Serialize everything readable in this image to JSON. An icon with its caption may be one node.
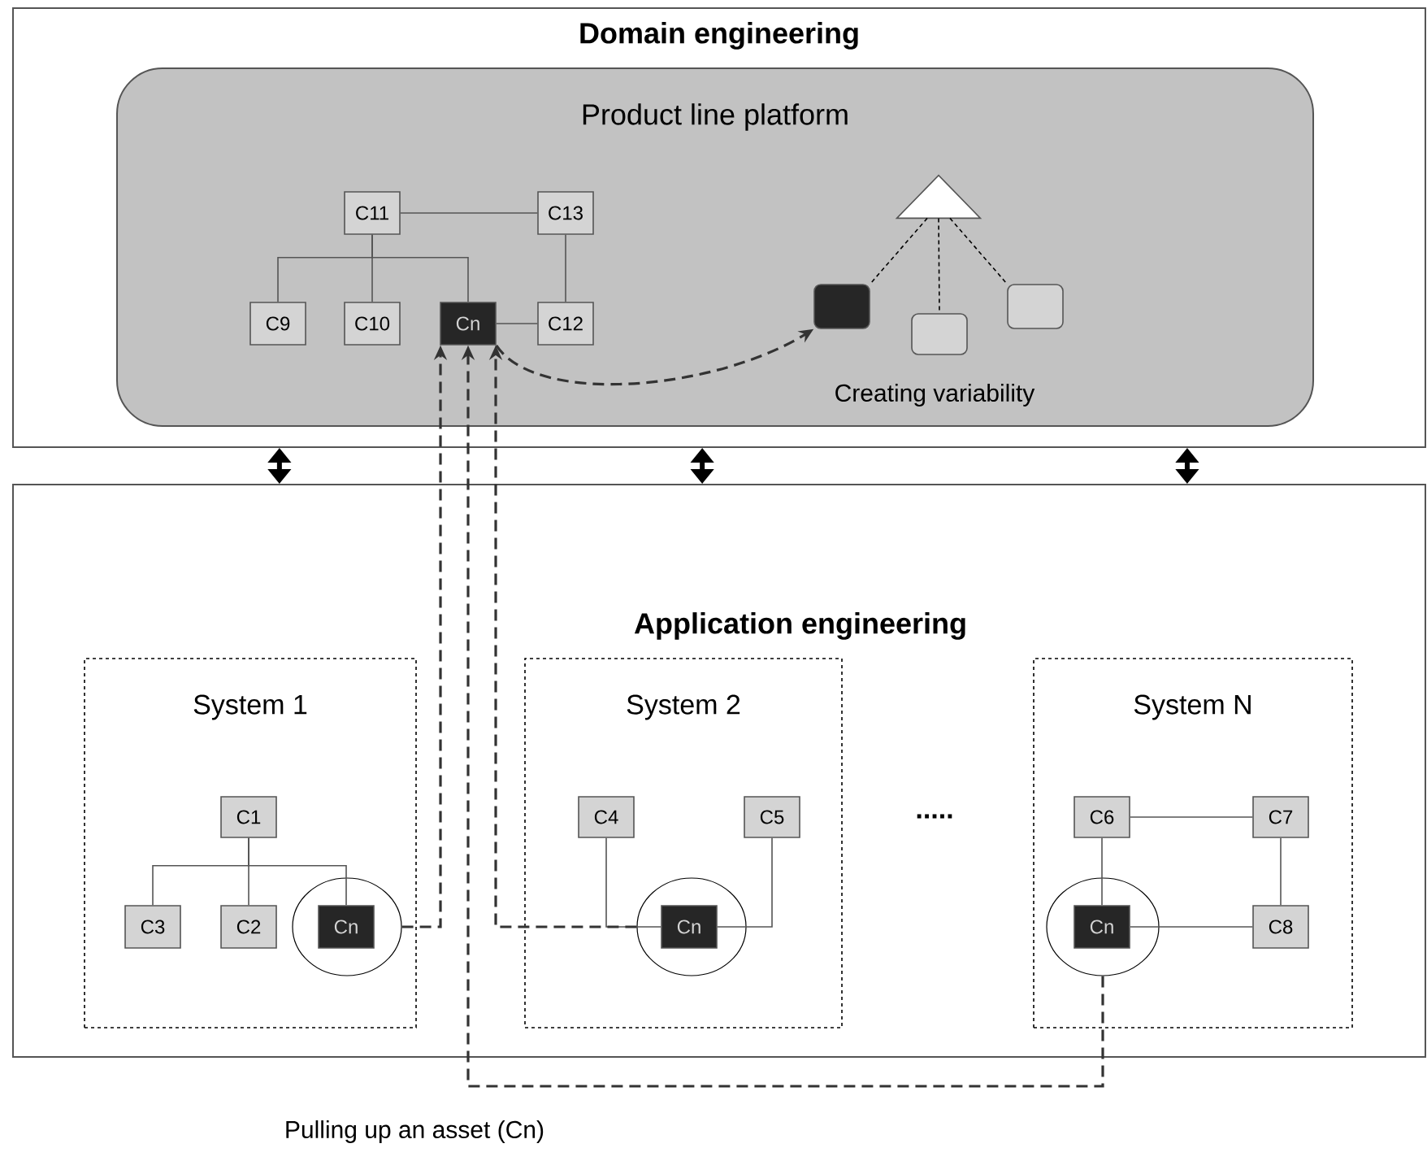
{
  "diagram": {
    "nodes": [
      {
        "text": [
          "Domain engineering"
        ]
      },
      {
        "text": [
          "Product line platform"
        ],
        "in": 0
      },
      {
        "text": [
          "C11"
        ],
        "in": 1
      },
      {
        "text": [
          "C13"
        ],
        "in": 1
      },
      {
        "text": [
          "C9"
        ],
        "in": 1
      },
      {
        "text": [
          "C10"
        ],
        "in": 1
      },
      {
        "text": [
          "Cn"
        ],
        "in": 1
      },
      {
        "text": [
          "C12"
        ],
        "in": 1
      },
      {
        "text": [],
        "shape": "triangle",
        "in": 1
      },
      {
        "text": [],
        "shape": "box",
        "in": 1
      },
      {
        "text": [],
        "shape": "box",
        "in": 1
      },
      {
        "text": [],
        "shape": "box",
        "in": 1
      },
      {
        "text": [
          "Application engineering"
        ]
      },
      {
        "text": [
          "System 1"
        ],
        "in": 12
      },
      {
        "text": [
          "C1"
        ],
        "in": 13
      },
      {
        "text": [
          "C3"
        ],
        "in": 13
      },
      {
        "text": [
          "C2"
        ],
        "in": 13
      },
      {
        "text": [],
        "shape": "ellipse",
        "in": 13
      },
      {
        "text": [
          "Cn"
        ],
        "in": 17
      },
      {
        "text": [
          "System 2"
        ],
        "in": 12
      },
      {
        "text": [
          "C4"
        ],
        "in": 19
      },
      {
        "text": [
          "C5"
        ],
        "in": 19
      },
      {
        "text": [],
        "shape": "ellipse",
        "in": 19
      },
      {
        "text": [
          "Cn"
        ],
        "in": 22
      },
      {
        "text": [
          "System N"
        ],
        "in": 12
      },
      {
        "text": [
          "C6"
        ],
        "in": 24
      },
      {
        "text": [
          "C7"
        ],
        "in": 24
      },
      {
        "text": [],
        "shape": "ellipse",
        "in": 24
      },
      {
        "text": [
          "Cn"
        ],
        "in": 27
      },
      {
        "text": [
          "C8"
        ],
        "in": 24
      }
    ],
    "edges": [
      {
        "from": 2,
        "to": 3,
        "arrow": "none"
      },
      {
        "from": 2,
        "to": 4,
        "arrow": "none"
      },
      {
        "from": 2,
        "to": 5,
        "arrow": "none"
      },
      {
        "from": 2,
        "to": 6,
        "arrow": "none"
      },
      {
        "from": 3,
        "to": 7,
        "arrow": "none"
      },
      {
        "from": 6,
        "to": 7,
        "arrow": "none"
      },
      {
        "from": 8,
        "to": 9,
        "arrow": "none",
        "style": "dashed"
      },
      {
        "from": 8,
        "to": 10,
        "arrow": "none",
        "style": "dashed"
      },
      {
        "from": 8,
        "to": 11,
        "arrow": "none",
        "style": "dashed"
      },
      {
        "from": 6,
        "to": 9,
        "arrow": "to",
        "style": "dashed"
      },
      {
        "from": 0,
        "to": 12,
        "arrow": "both",
        "style": "thick"
      },
      {
        "from": 0,
        "to": 12,
        "arrow": "both",
        "style": "thick"
      },
      {
        "from": 0,
        "to": 12,
        "arrow": "both",
        "style": "thick"
      },
      {
        "from": 14,
        "to": 15,
        "arrow": "none"
      },
      {
        "from": 14,
        "to": 16,
        "arrow": "none"
      },
      {
        "from": 14,
        "to": 18,
        "arrow": "none"
      },
      {
        "from": 20,
        "to": 23,
        "arrow": "none"
      },
      {
        "from": 21,
        "to": 23,
        "arrow": "none"
      },
      {
        "from": 25,
        "to": 26,
        "arrow": "none"
      },
      {
        "from": 25,
        "to": 28,
        "arrow": "none"
      },
      {
        "from": 26,
        "to": 29,
        "arrow": "none"
      },
      {
        "from": 28,
        "to": 29,
        "arrow": "none"
      },
      {
        "from": 17,
        "to": 6,
        "arrow": "to",
        "style": "dashed"
      },
      {
        "from": 22,
        "to": 6,
        "arrow": "to",
        "style": "dashed"
      },
      {
        "from": 27,
        "to": 6,
        "arrow": "to",
        "style": "dashed"
      }
    ],
    "labels": [
      "Creating variability",
      ".....",
      "Pulling up an asset (Cn)"
    ]
  }
}
